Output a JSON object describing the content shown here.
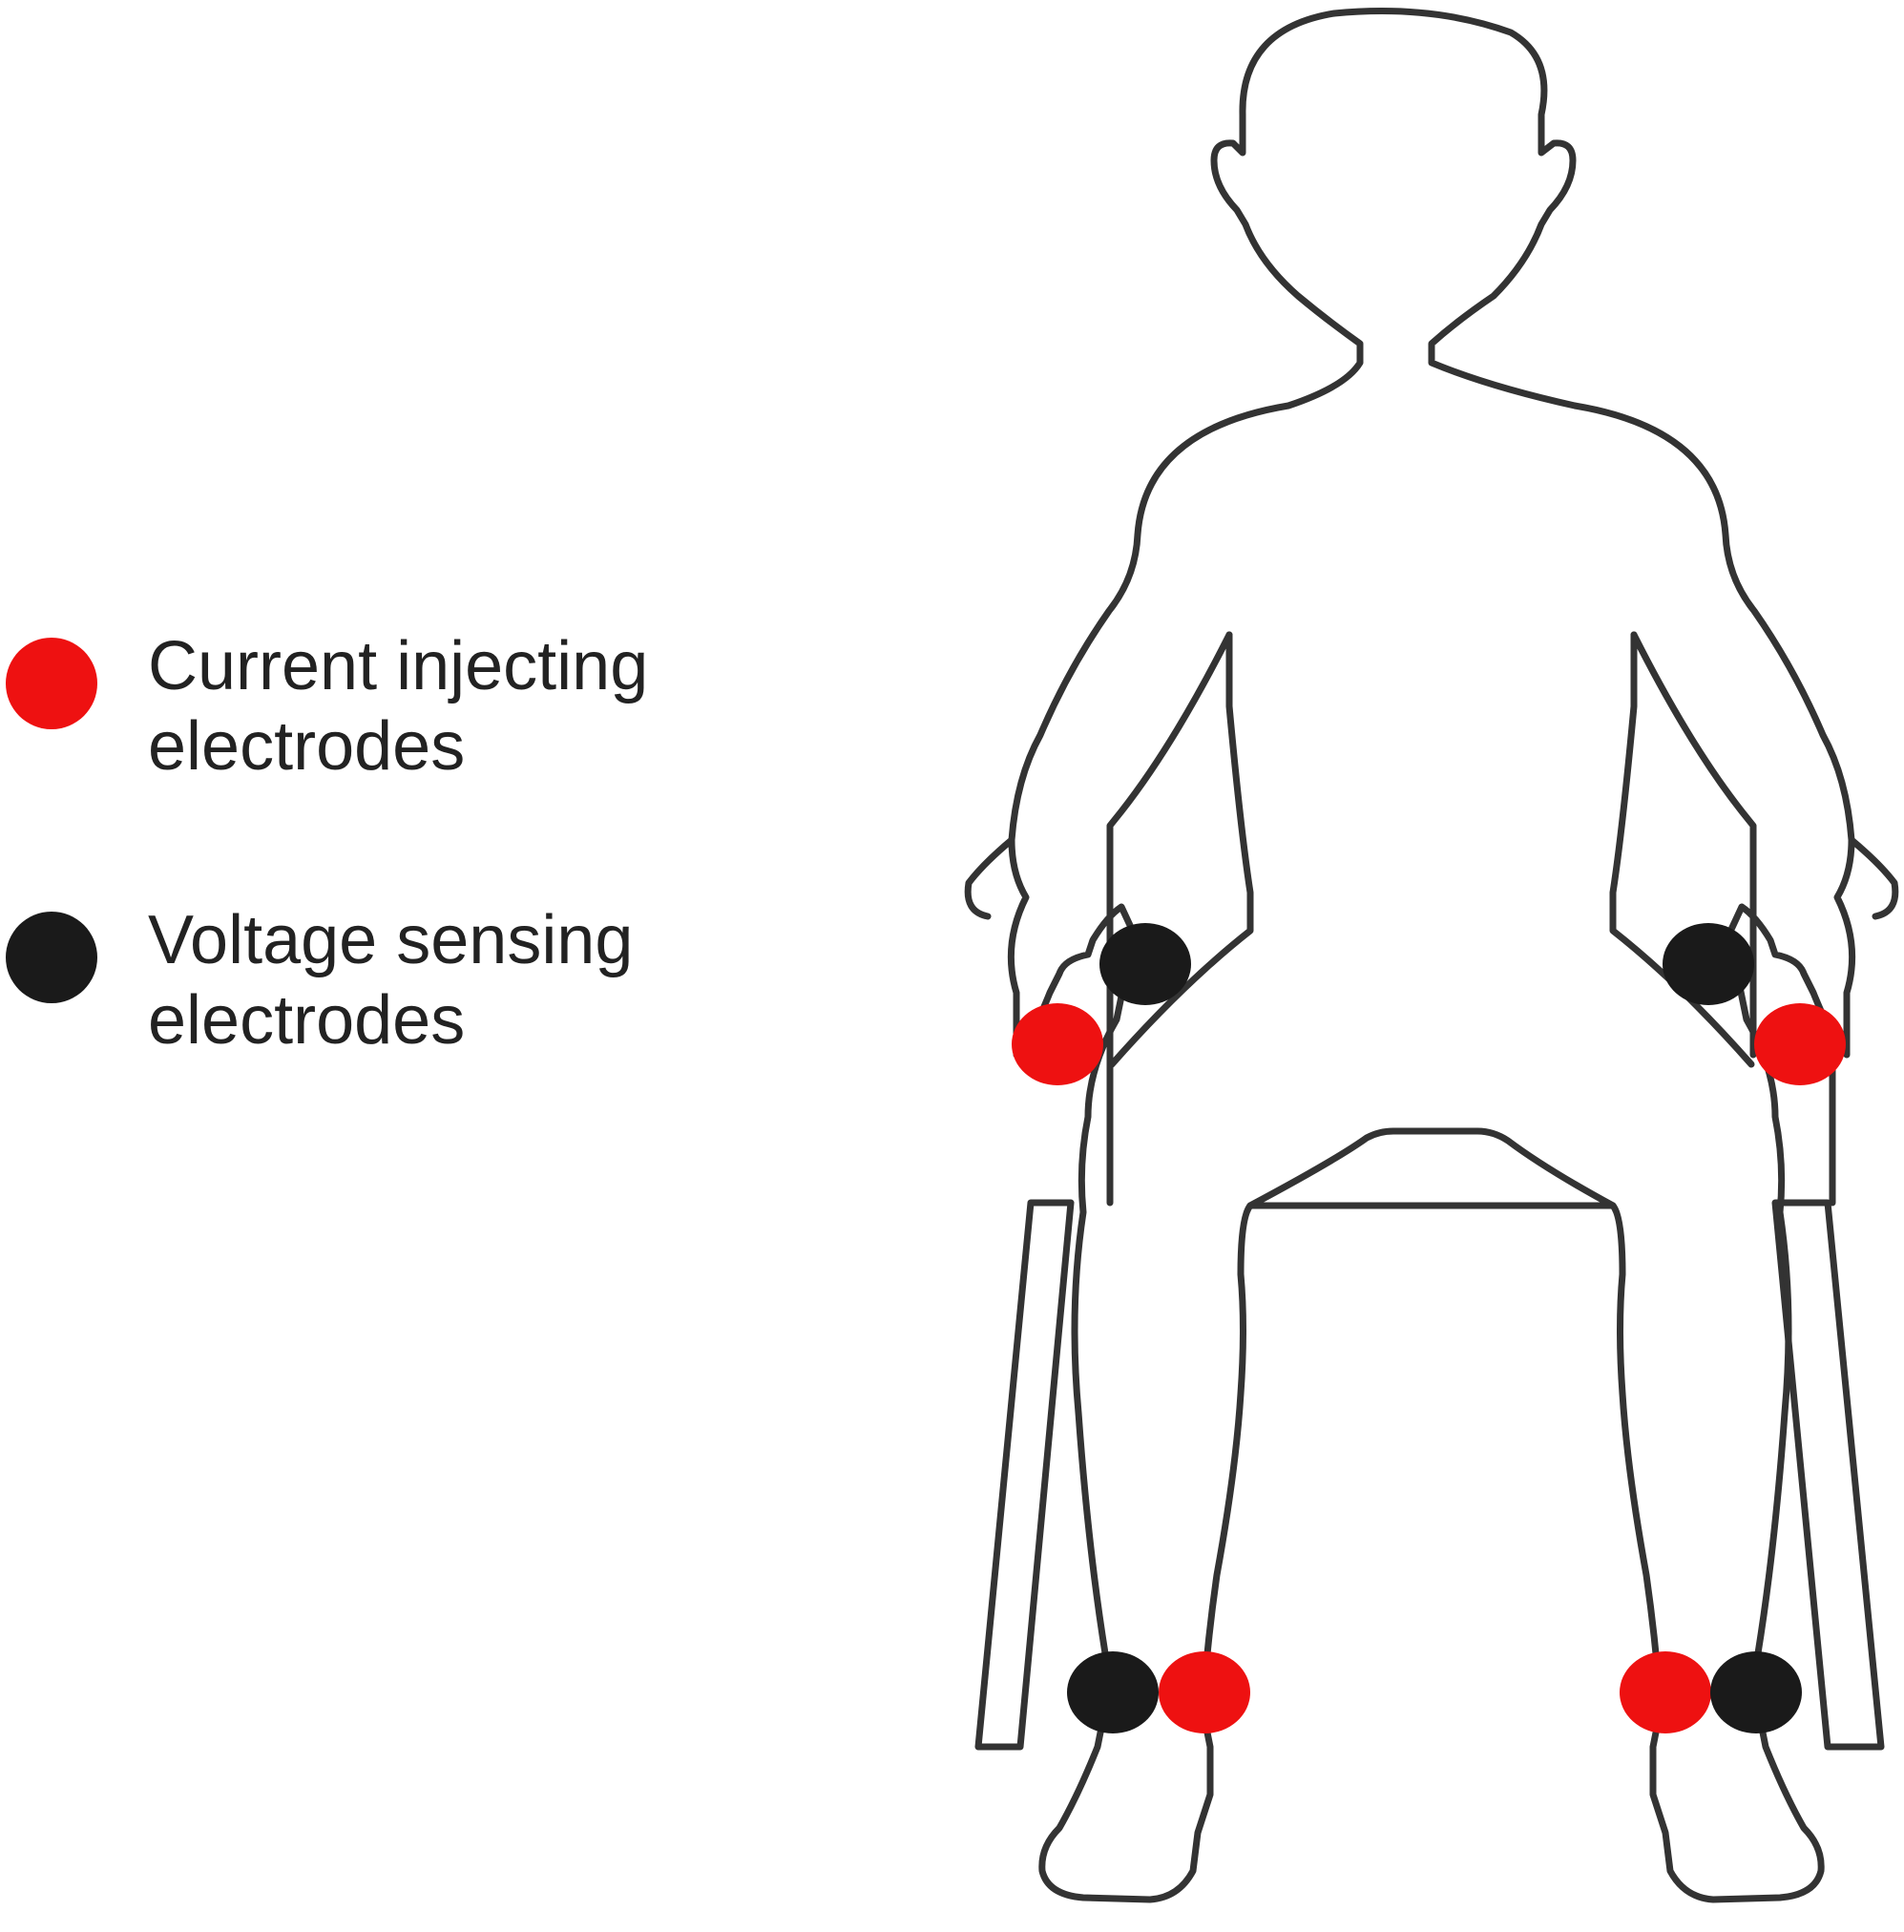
{
  "legend": {
    "items": [
      {
        "label": "Current injecting\nelectrodes",
        "color": "#ee1111",
        "shape": "filled-circle"
      },
      {
        "label": "Voltage sensing\nelectrodes",
        "color": "#1a1a1a",
        "shape": "filled-circle"
      }
    ]
  },
  "figure": {
    "subject": "seated-person-outline-on-chair",
    "outline_color": "#333333",
    "electrodes": [
      {
        "type": "current",
        "site": "right-wrist"
      },
      {
        "type": "voltage",
        "site": "right-hand"
      },
      {
        "type": "current",
        "site": "left-wrist"
      },
      {
        "type": "voltage",
        "site": "left-hand"
      },
      {
        "type": "voltage",
        "site": "right-ankle"
      },
      {
        "type": "current",
        "site": "right-ankle"
      },
      {
        "type": "current",
        "site": "left-ankle"
      },
      {
        "type": "voltage",
        "site": "left-ankle"
      }
    ]
  }
}
